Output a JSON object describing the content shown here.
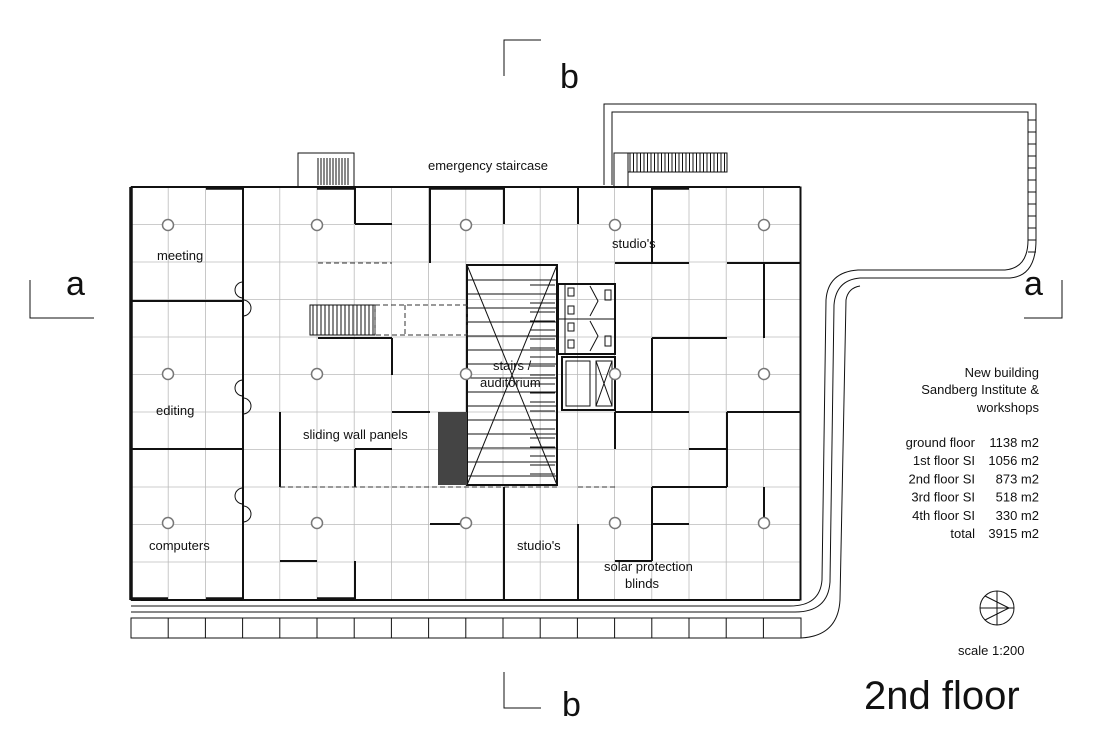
{
  "title": "2nd floor",
  "scale": "scale 1:200",
  "section_markers": {
    "a": "a",
    "b": "b"
  },
  "rooms": {
    "meeting": "meeting",
    "editing": "editing",
    "computers": "computers",
    "studios_top": "studio's",
    "studios_bottom": "studio's",
    "stairs_1": "stairs /",
    "stairs_2": "auditorium",
    "sliding": "sliding wall panels",
    "solar_1": "solar protection",
    "solar_2": "blinds",
    "emergency": "emergency staircase"
  },
  "building": {
    "line1": "New building",
    "line2": "Sandberg Institute &",
    "line3": "workshops"
  },
  "areas": [
    {
      "floor": "ground floor",
      "area": "1138 m2"
    },
    {
      "floor": "1st floor SI",
      "area": "1056 m2"
    },
    {
      "floor": "2nd floor SI",
      "area": "873 m2"
    },
    {
      "floor": "3rd floor SI",
      "area": "518 m2"
    },
    {
      "floor": "4th floor SI",
      "area": "330 m2"
    },
    {
      "floor": "total",
      "area": "3915 m2"
    }
  ]
}
